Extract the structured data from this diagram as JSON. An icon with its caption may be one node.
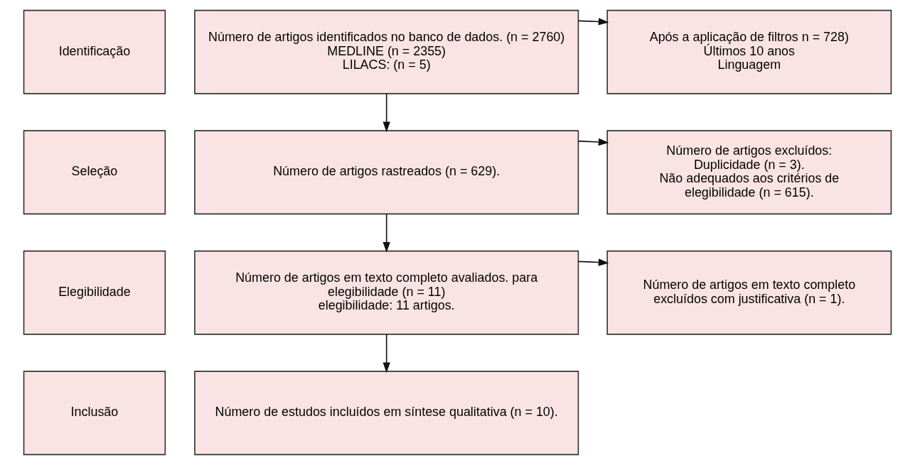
{
  "diagram": {
    "nodes": [
      {
        "text": [
          "Identificação"
        ]
      },
      {
        "text": [
          "Número de artigos identificados no banco de dados. (n = 2760)",
          "MEDLINE (n = 2355)",
          "LILACS: (n = 5)"
        ]
      },
      {
        "text": [
          "Após a aplicação de filtros n = 728)",
          "Últimos 10 anos",
          "Linguagem"
        ]
      },
      {
        "text": [
          "Seleção"
        ]
      },
      {
        "text": [
          "Número de artigos rastreados (n = 629)."
        ]
      },
      {
        "text": [
          "Número de artigos excluídos:",
          "Duplicidade (n = 3).",
          "Não adequados aos critérios de elegibilidade (n = 615)."
        ]
      },
      {
        "text": [
          "Elegibilidade"
        ]
      },
      {
        "text": [
          "Número de artigos em texto completo avaliados. para elegibilidade (n = 11)",
          "elegibilidade: 11 artigos."
        ]
      },
      {
        "text": [
          "Número de artigos em texto completo excluídos com justificativa (n = 1)."
        ]
      },
      {
        "text": [
          "Inclusão"
        ]
      },
      {
        "text": [
          "Número de estudos incluídos em síntese qualitativa (n = 10)."
        ]
      }
    ],
    "edges": [
      {
        "from": 1,
        "to": 2,
        "arrow": "to"
      },
      {
        "from": 1,
        "to": 4,
        "arrow": "to"
      },
      {
        "from": 4,
        "to": 5,
        "arrow": "to"
      },
      {
        "from": 4,
        "to": 7,
        "arrow": "to"
      },
      {
        "from": 7,
        "to": 8,
        "arrow": "to"
      },
      {
        "from": 7,
        "to": 10,
        "arrow": "to"
      }
    ]
  }
}
